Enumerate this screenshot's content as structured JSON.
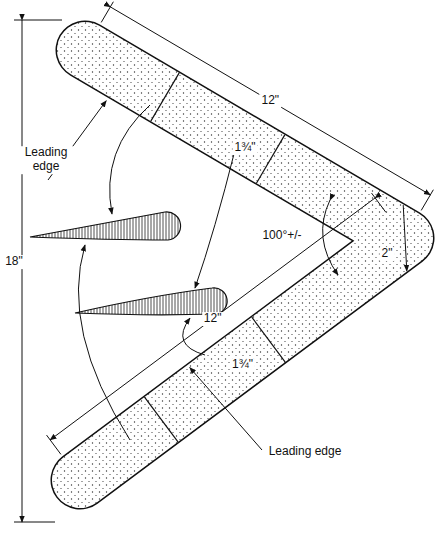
{
  "diagram": {
    "labels": [
      "Leading edge",
      "18\"",
      "12\"",
      "1¾\"",
      "100°+/-",
      "2\"",
      "1¾\"",
      "12\"",
      "Leading edge"
    ]
  }
}
